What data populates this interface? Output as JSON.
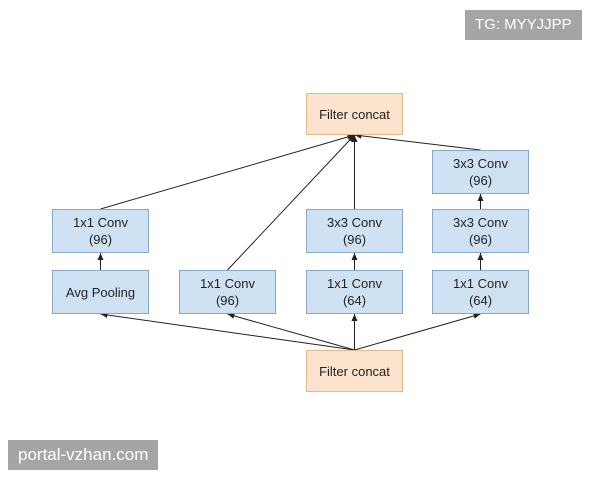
{
  "diagram": {
    "nodes": {
      "top_concat": {
        "line1": "Filter concat"
      },
      "b1_top": {
        "line1": "1x1 Conv",
        "line2": "(96)"
      },
      "b1_bottom": {
        "line1": "Avg Pooling"
      },
      "b2_bottom": {
        "line1": "1x1 Conv",
        "line2": "(96)"
      },
      "b3_top": {
        "line1": "3x3 Conv",
        "line2": "(96)"
      },
      "b3_bottom": {
        "line1": "1x1 Conv",
        "line2": "(64)"
      },
      "b4_top": {
        "line1": "3x3 Conv",
        "line2": "(96)"
      },
      "b4_mid": {
        "line1": "3x3 Conv",
        "line2": "(96)"
      },
      "b4_bottom": {
        "line1": "1x1 Conv",
        "line2": "(64)"
      },
      "bottom_concat": {
        "line1": "Filter concat"
      }
    },
    "edges": [
      [
        "bottom_concat",
        "b1_bottom"
      ],
      [
        "bottom_concat",
        "b2_bottom"
      ],
      [
        "bottom_concat",
        "b3_bottom"
      ],
      [
        "bottom_concat",
        "b4_bottom"
      ],
      [
        "b1_bottom",
        "b1_top"
      ],
      [
        "b3_bottom",
        "b3_top"
      ],
      [
        "b4_bottom",
        "b4_mid"
      ],
      [
        "b4_mid",
        "b4_top"
      ],
      [
        "b1_top",
        "top_concat"
      ],
      [
        "b2_bottom",
        "top_concat"
      ],
      [
        "b3_top",
        "top_concat"
      ],
      [
        "b4_top",
        "top_concat"
      ]
    ],
    "colors": {
      "conv_fill": "#cfe2f3",
      "concat_fill": "#fbe3cd",
      "edge": "#222222"
    }
  },
  "watermarks": {
    "top_right": "TG: MYYJJPP",
    "bottom_left": "portal-vzhan.com"
  }
}
